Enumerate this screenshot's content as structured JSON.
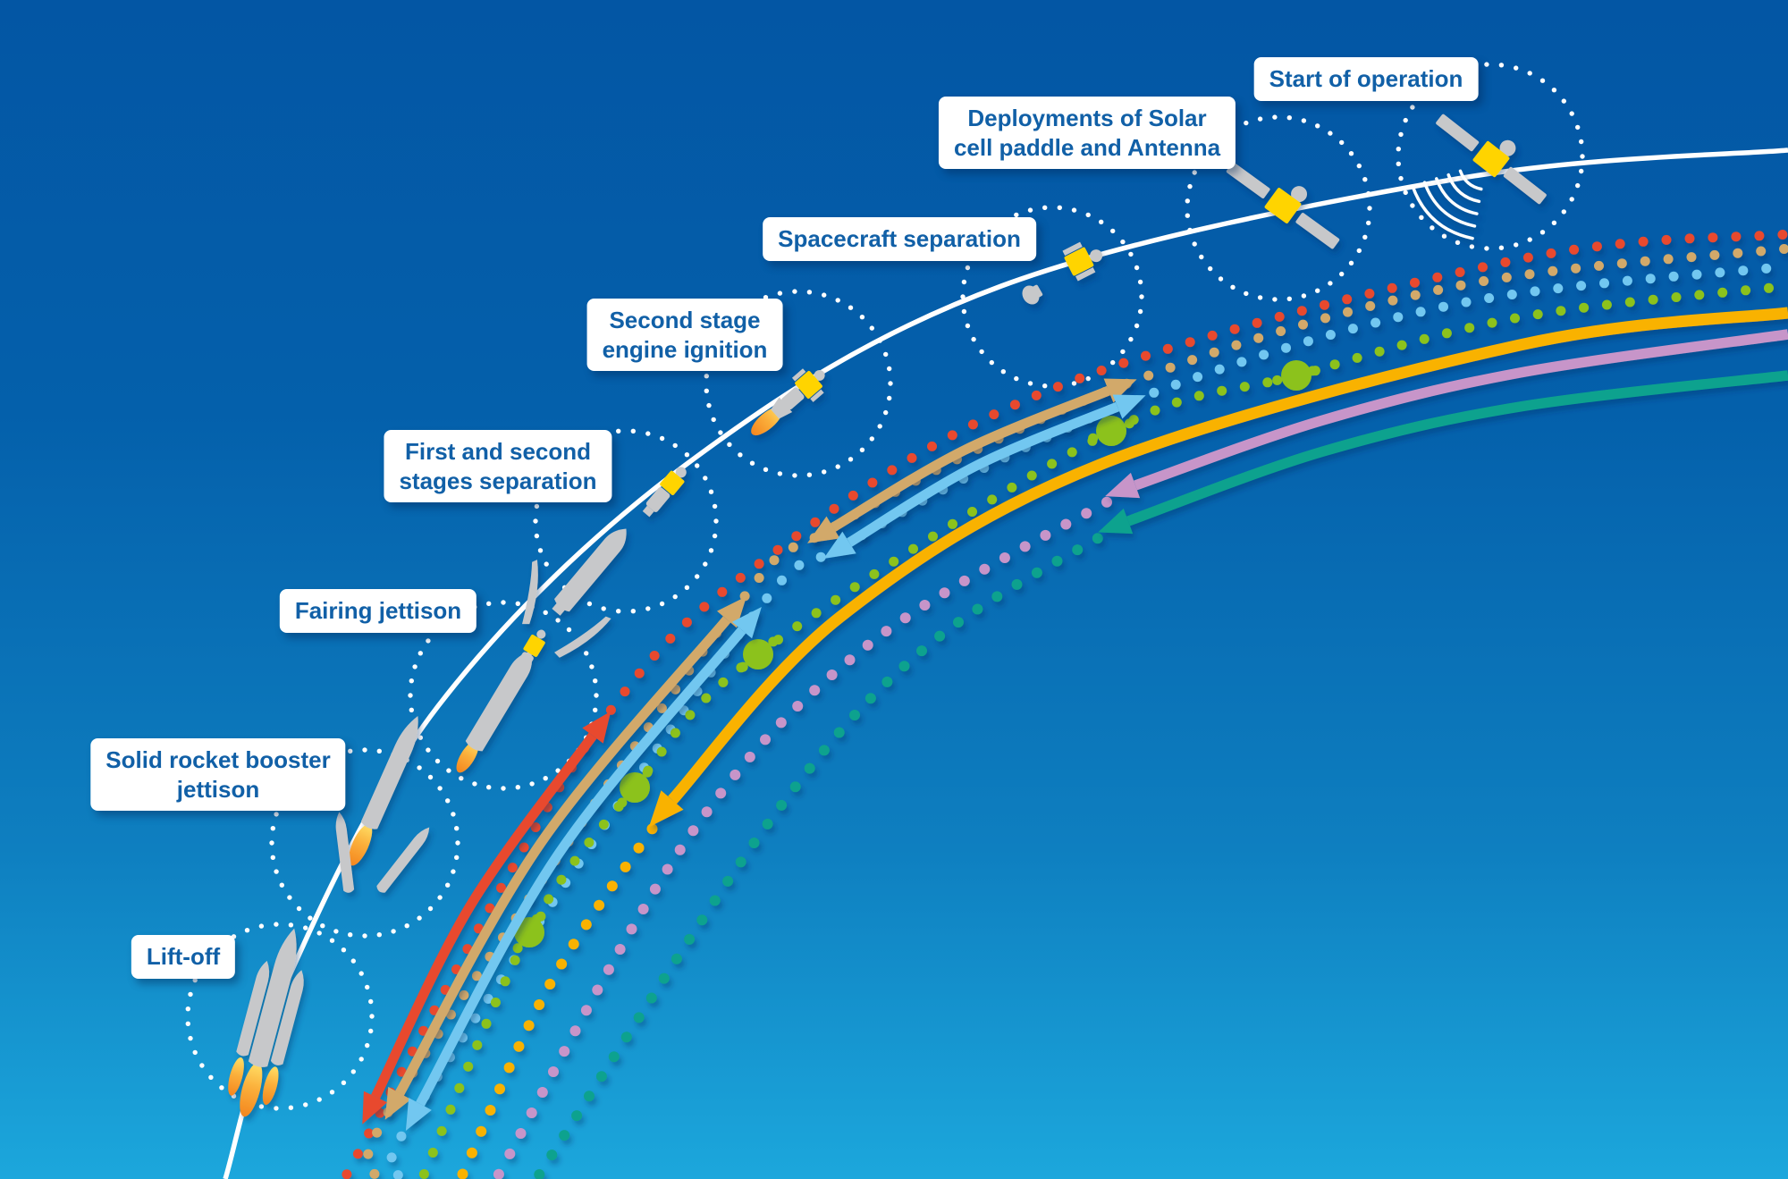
{
  "title": "Launch and orbit raising sequence diagram",
  "background": {
    "gradient_top": "#0356A4",
    "gradient_bottom": "#1CA7DC"
  },
  "label_style": {
    "text_color": "#1160A7",
    "bg_color": "#FFFFFF"
  },
  "palette": {
    "trajectory_white": "#FFFFFF",
    "rocket_gray": "#C7C8CA",
    "spacecraft_yellow": "#FFD400",
    "flame_top": "#FFDF66",
    "flame_bottom": "#F4861F"
  },
  "stages": [
    {
      "label": "Lift-off",
      "lines": [
        "Lift-off"
      ],
      "icon": "rocket-liftoff-icon"
    },
    {
      "label": "Solid rocket booster jettison",
      "lines": [
        "Solid rocket booster",
        "jettison"
      ],
      "icon": "rocket-srb-jettison-icon"
    },
    {
      "label": "Fairing jettison",
      "lines": [
        "Fairing jettison"
      ],
      "icon": "rocket-fairing-jettison-icon"
    },
    {
      "label": "First and second stages separation",
      "lines": [
        "First and second",
        "stages separation"
      ],
      "icon": "stage-separation-icon"
    },
    {
      "label": "Second stage engine ignition",
      "lines": [
        "Second stage",
        "engine ignition"
      ],
      "icon": "second-stage-ignition-icon"
    },
    {
      "label": "Spacecraft separation",
      "lines": [
        "Spacecraft separation"
      ],
      "icon": "spacecraft-separation-icon"
    },
    {
      "label": "Deployments of Solar cell paddle and Antenna",
      "lines": [
        "Deployments of Solar",
        "cell paddle and Antenna"
      ],
      "icon": "satellite-deployed-icon"
    },
    {
      "label": "Start of operation",
      "lines": [
        "Start of operation"
      ],
      "icon": "satellite-operating-icon"
    }
  ],
  "trajectory": {
    "name": "launch-trajectory",
    "color": "#FFFFFF",
    "style": "solid"
  },
  "event_circles": {
    "color": "#FFFFFF",
    "style": "dotted",
    "count": 8
  },
  "orbits": [
    {
      "name": "red-orbit",
      "color": "#E8492E",
      "style": "dotted",
      "arrows": "double-headed"
    },
    {
      "name": "tan-orbit",
      "color": "#D2A96B",
      "style": "dotted",
      "arrows": "two double-headed"
    },
    {
      "name": "blue-orbit",
      "color": "#72C7F0",
      "style": "dotted",
      "arrows": "two double-headed"
    },
    {
      "name": "green-orbit",
      "color": "#8CC21E",
      "style": "dotted",
      "markers": "satellite-position-dots",
      "marker_count": 5
    },
    {
      "name": "yellow-orbit",
      "color": "#F9B200",
      "style": "dotted-then-solid",
      "arrows": "single down-left"
    },
    {
      "name": "purple-orbit",
      "color": "#C795C9",
      "style": "dotted-then-solid",
      "arrows": "single down-left"
    },
    {
      "name": "teal-orbit",
      "color": "#0CA28E",
      "style": "dotted-then-solid",
      "arrows": "single down-left"
    }
  ],
  "icons": [
    "radio-waves-icon",
    "flame-icon",
    "solar-paddle-icon",
    "antenna-dish-icon"
  ]
}
